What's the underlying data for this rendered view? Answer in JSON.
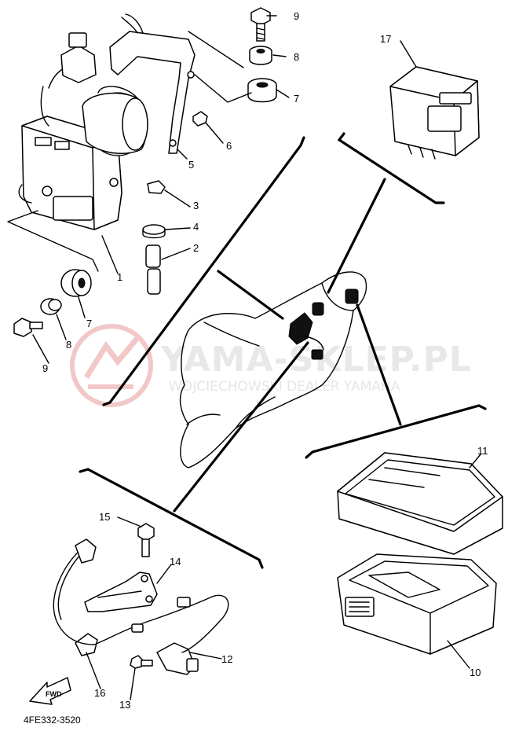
{
  "watermark": {
    "brand": "YAMA-SKLEP.PL",
    "dealer": "WOJCIECHOWSKI DEALER YAMAHA",
    "logo_color": "#e79a9a"
  },
  "diagram_code": "4FE332-3520",
  "fwd_label": "FWD",
  "callouts": {
    "c1": "1",
    "c2": "2",
    "c3": "3",
    "c4": "4",
    "c5": "5",
    "c6": "6",
    "c7a": "7",
    "c7b": "7",
    "c8a": "8",
    "c8b": "8",
    "c9a": "9",
    "c9b": "9",
    "c10": "10",
    "c11": "11",
    "c12": "12",
    "c13": "13",
    "c14": "14",
    "c15": "15",
    "c16": "16",
    "c17": "17"
  }
}
